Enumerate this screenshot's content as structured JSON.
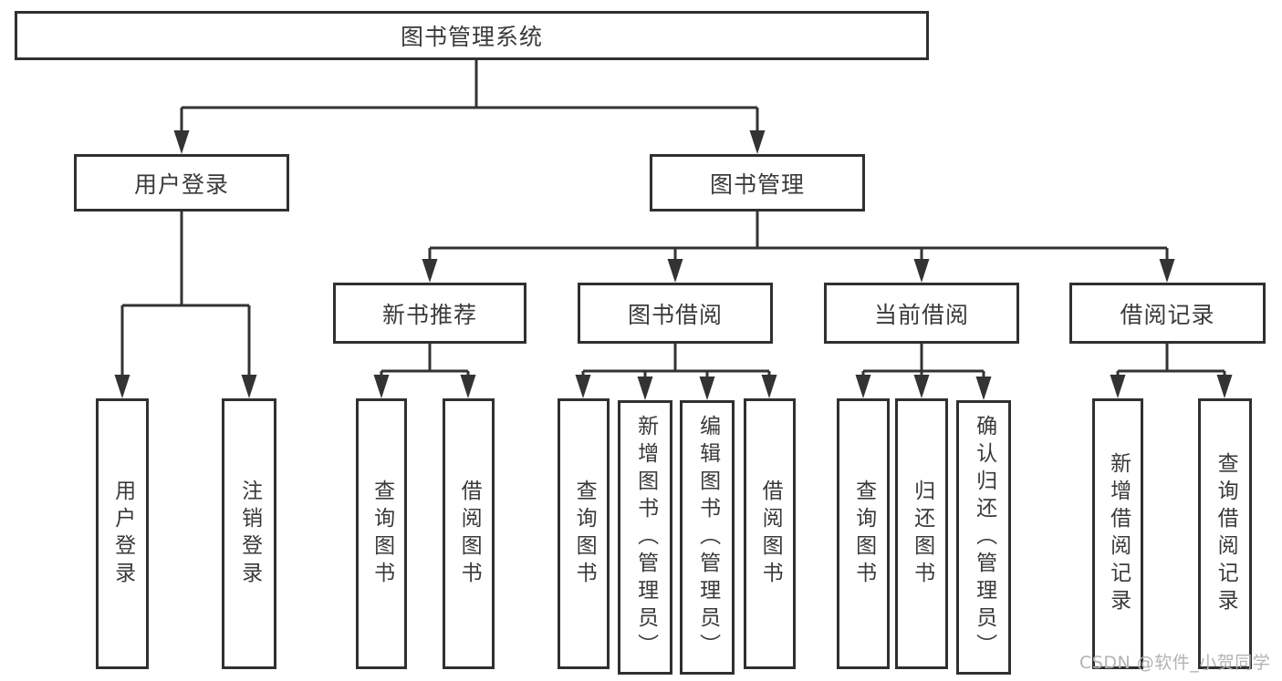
{
  "page": {
    "background": "#ffffff",
    "line_color": "#333333",
    "box_border_color": "#303030",
    "text_color": "#3a3a3a"
  },
  "diagram": {
    "root": {
      "label": "图书管理系统",
      "children": [
        {
          "label": "用户登录",
          "children": [
            {
              "label": "用户登录"
            },
            {
              "label": "注销登录"
            }
          ]
        },
        {
          "label": "图书管理",
          "children": [
            {
              "label": "新书推荐",
              "children": [
                {
                  "label": "查询图书"
                },
                {
                  "label": "借阅图书"
                }
              ]
            },
            {
              "label": "图书借阅",
              "children": [
                {
                  "label": "查询图书"
                },
                {
                  "label": "新增图书（管理员）"
                },
                {
                  "label": "编辑图书（管理员）"
                },
                {
                  "label": "借阅图书"
                }
              ]
            },
            {
              "label": "当前借阅",
              "children": [
                {
                  "label": "查询图书"
                },
                {
                  "label": "归还图书"
                },
                {
                  "label": "确认归还（管理员）"
                }
              ]
            },
            {
              "label": "借阅记录",
              "children": [
                {
                  "label": "新增借阅记录"
                },
                {
                  "label": "查询借阅记录"
                }
              ]
            }
          ]
        }
      ]
    }
  },
  "watermark": {
    "text": "CSDN @软件_小贺同学",
    "color": "#b3b3b3"
  }
}
